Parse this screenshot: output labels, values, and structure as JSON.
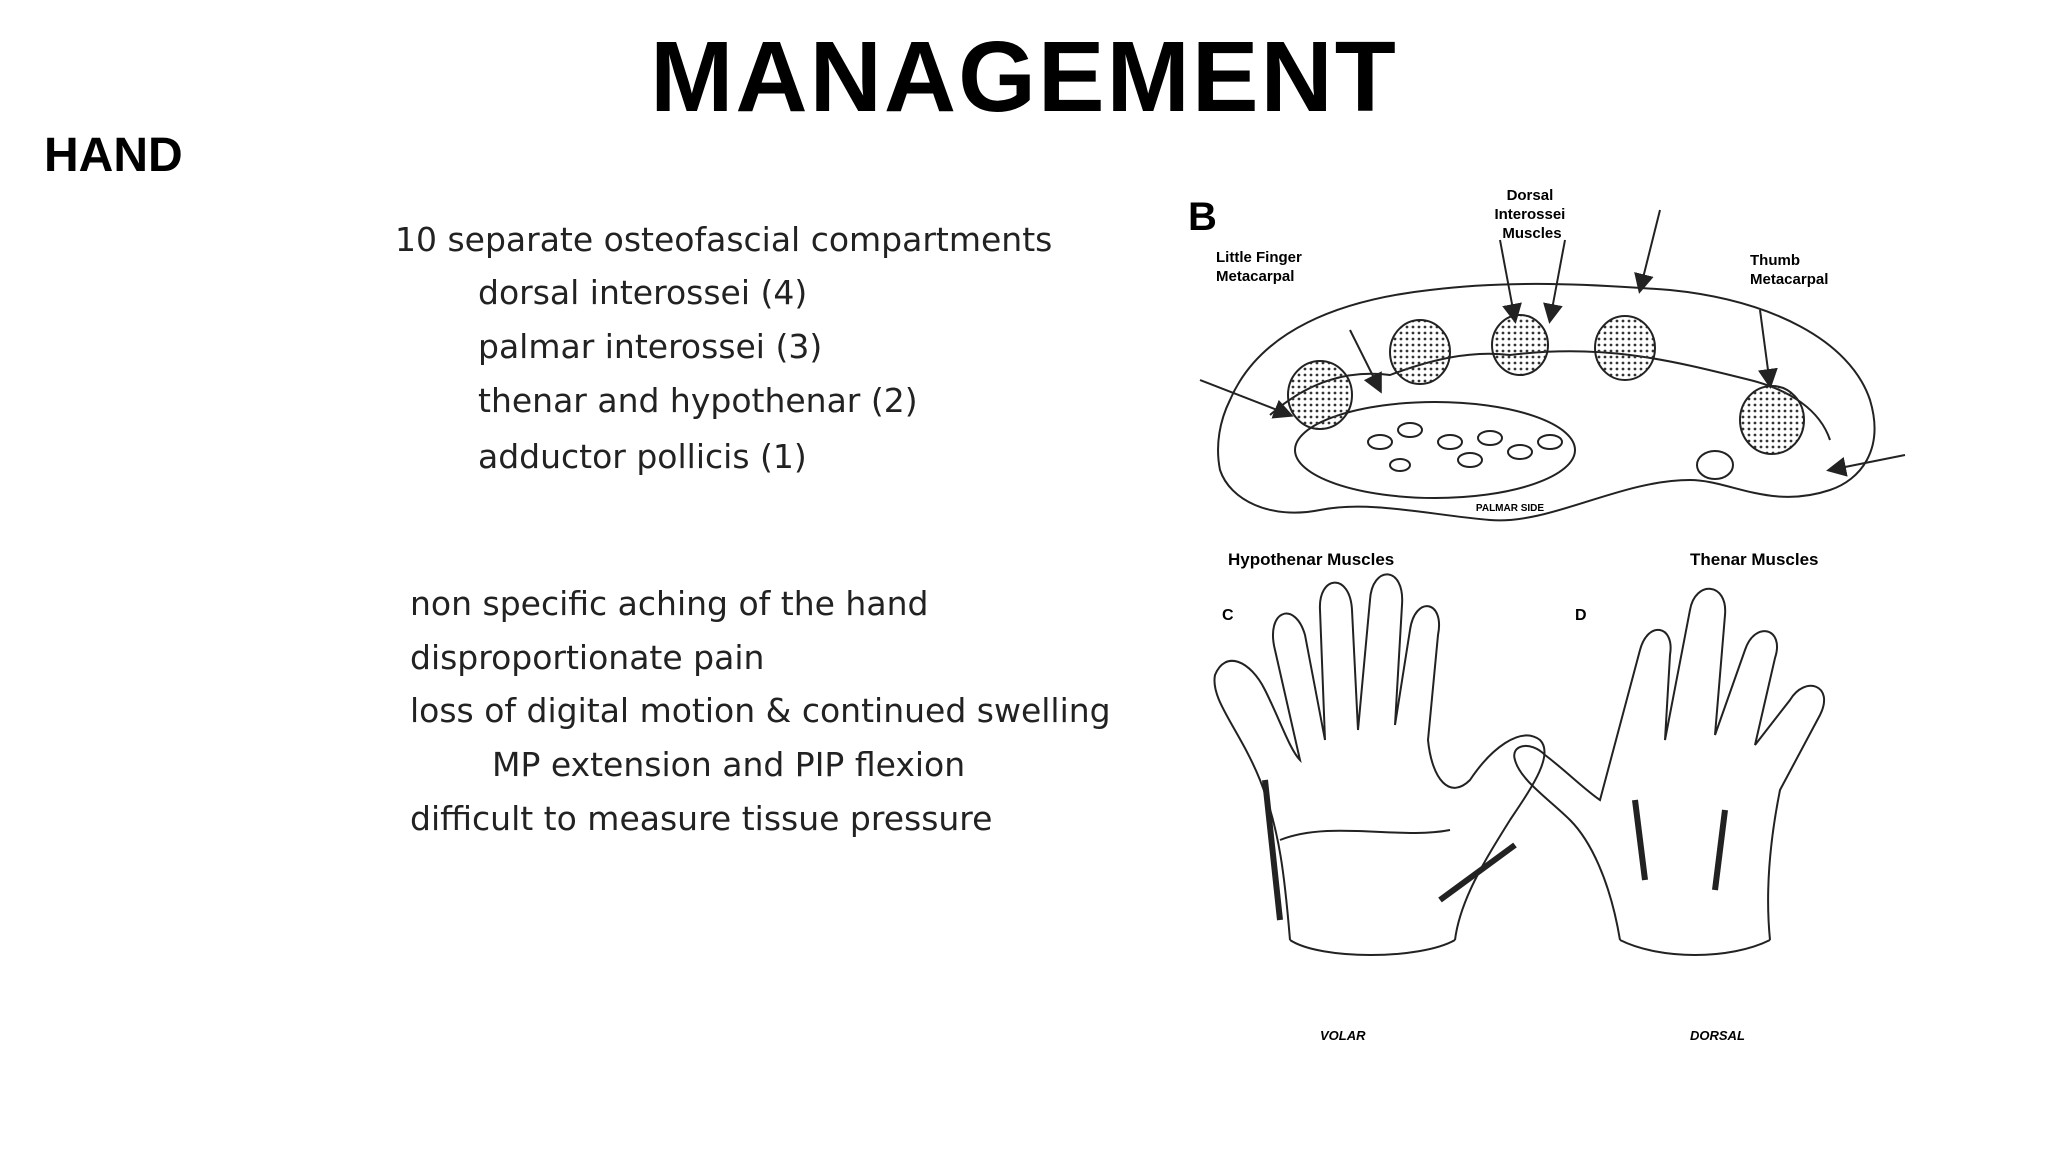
{
  "slide": {
    "title": "MANAGEMENT",
    "section": "HAND",
    "compartments": {
      "heading": "10 separate osteofascial compartments",
      "items": [
        "dorsal interossei (4)",
        "palmar interossei (3)",
        "thenar and hypothenar (2)",
        "adductor pollicis (1)"
      ]
    },
    "symptoms": {
      "items": [
        "non specific aching of the hand",
        "disproportionate pain",
        "loss of digital motion & continued swelling"
      ],
      "sub": "MP extension and PIP flexion",
      "last": "difficult to measure tissue pressure"
    }
  },
  "figure": {
    "panel_b": "B",
    "label_dorsal": [
      "Dorsal",
      "Interossei",
      "Muscles"
    ],
    "label_little": [
      "Little Finger",
      "Metacarpal"
    ],
    "label_thumb": [
      "Thumb",
      "Metacarpal"
    ],
    "label_palmar_side": "PALMAR SIDE",
    "label_hypothenar": "Hypothenar Muscles",
    "label_thenar": "Thenar Muscles",
    "panel_c": "C",
    "panel_d": "D",
    "label_volar": "VOLAR",
    "label_dorsal_view": "DORSAL"
  }
}
